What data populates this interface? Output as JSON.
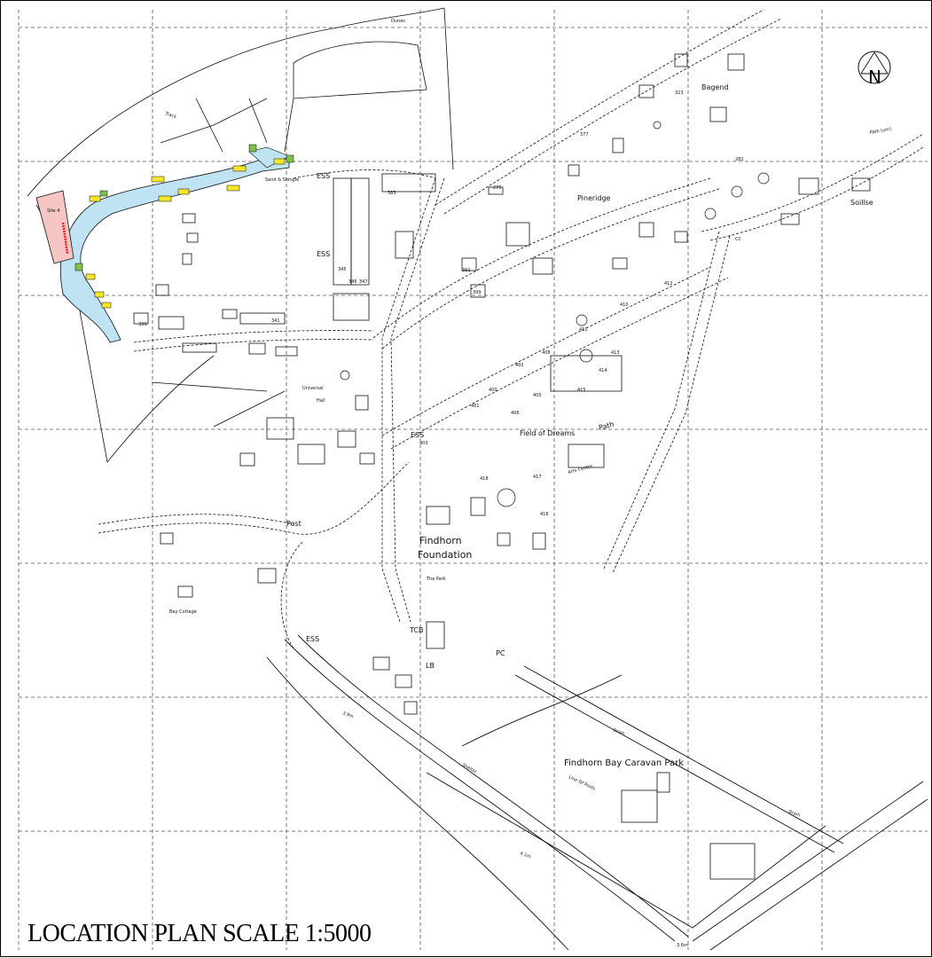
{
  "title": "LOCATION PLAN SCALE 1:5000",
  "north_arrow": {
    "letter": "N"
  },
  "labels": {
    "dunes": "Dunes",
    "track": "Track",
    "sand_shingle": "Sand & Shingle",
    "site4": "Site 4",
    "ess": "ESS",
    "pineridge": "Pineridge",
    "bagend": "Bagend",
    "path_um": "Path (um)",
    "soillse": "Soillse",
    "cc": "CC",
    "universal": "Universal",
    "hall": "Hall",
    "field_of_dreams": "Field of Dreams",
    "path": "Path",
    "arts_centre": "Arts Centre",
    "findhorn": "Findhorn",
    "foundation": "Foundation",
    "the_park": "The Park",
    "post": "Post",
    "tcb": "TCB",
    "lb": "LB",
    "pc": "PC",
    "caravan_park": "Findhorn Bay Caravan Park",
    "drain": "Drain",
    "line_of_posts": "Line Of Posts",
    "shelter": "Shelter",
    "bay_cottage": "Bay Cottage",
    "height_39": "3.9m",
    "height_41": "4.1m",
    "height_36": "3.6m"
  },
  "house_numbers": [
    "323",
    "377",
    "275",
    "282",
    "345",
    "346",
    "347",
    "383",
    "339",
    "341",
    "391",
    "399",
    "400",
    "401",
    "402",
    "403",
    "405",
    "406",
    "408",
    "410",
    "411",
    "412",
    "413",
    "414",
    "415",
    "416",
    "417",
    "418"
  ],
  "colors": {
    "water": "#bfe3f2",
    "site": "#f6c5c4",
    "site_edge": "#e02020",
    "plot_yellow": "#f5e62a",
    "plot_green": "#7cc14a",
    "ink": "#111111",
    "grid": "#555555"
  }
}
